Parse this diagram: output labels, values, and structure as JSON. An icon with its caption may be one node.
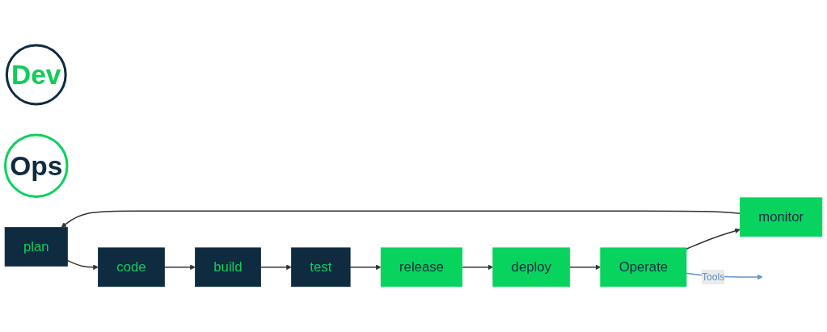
{
  "diagram": {
    "nodes": [
      {
        "text": [
          "Dev"
        ]
      },
      {
        "text": [
          "Ops"
        ]
      },
      {
        "text": [
          "plan"
        ]
      },
      {
        "text": [
          "code"
        ]
      },
      {
        "text": [
          "build"
        ]
      },
      {
        "text": [
          "test"
        ]
      },
      {
        "text": [
          "release"
        ]
      },
      {
        "text": [
          "deploy"
        ]
      },
      {
        "text": [
          "Operate"
        ]
      },
      {
        "text": [
          "monitor"
        ]
      }
    ],
    "edges": [
      {
        "from": 2,
        "to": 3,
        "arrow": "to"
      },
      {
        "from": 3,
        "to": 4,
        "arrow": "to"
      },
      {
        "from": 4,
        "to": 5,
        "arrow": "to"
      },
      {
        "from": 5,
        "to": 6,
        "arrow": "to"
      },
      {
        "from": 6,
        "to": 7,
        "arrow": "to"
      },
      {
        "from": 7,
        "to": 8,
        "arrow": "to"
      },
      {
        "from": 8,
        "to": 9,
        "arrow": "to"
      },
      {
        "from": 9,
        "to": 2,
        "arrow": "to"
      },
      {
        "from": 8,
        "to": null,
        "arrow": "to",
        "label": "Tools",
        "color": "#6096c8"
      }
    ]
  }
}
